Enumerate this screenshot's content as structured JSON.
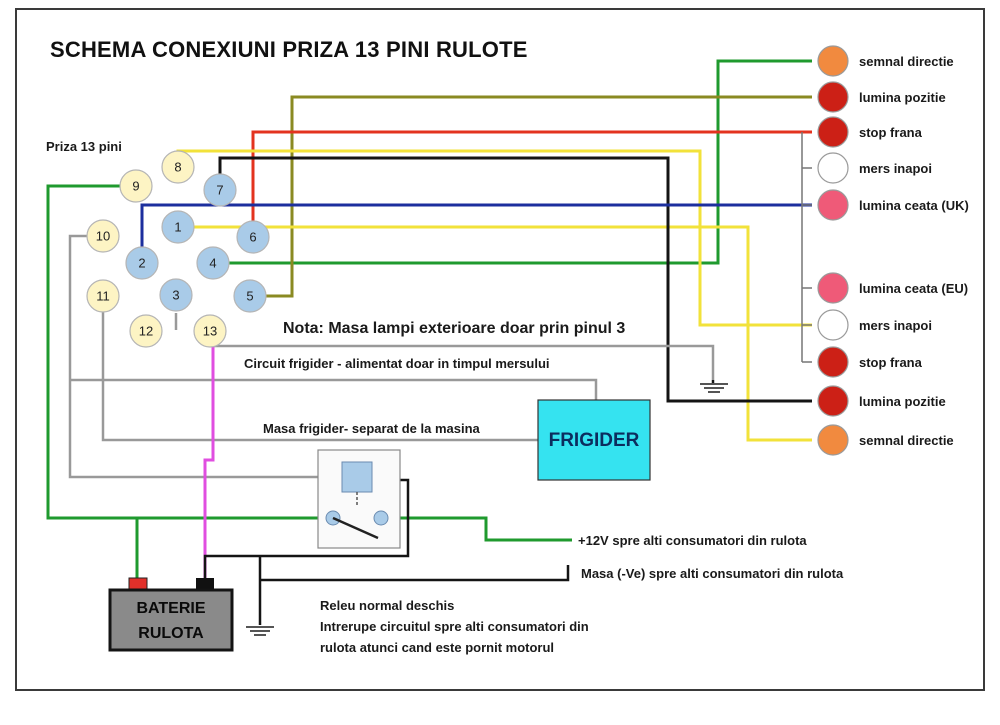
{
  "title": "SCHEMA CONEXIUNI PRIZA 13 PINI RULOTE",
  "socket_label": "Priza 13 pini",
  "pins": [
    {
      "n": "1",
      "fill": "#a9cbe8"
    },
    {
      "n": "2",
      "fill": "#a9cbe8"
    },
    {
      "n": "3",
      "fill": "#a9cbe8"
    },
    {
      "n": "4",
      "fill": "#a9cbe8"
    },
    {
      "n": "5",
      "fill": "#a9cbe8"
    },
    {
      "n": "6",
      "fill": "#a9cbe8"
    },
    {
      "n": "7",
      "fill": "#a9cbe8"
    },
    {
      "n": "8",
      "fill": "#fdf4c4"
    },
    {
      "n": "9",
      "fill": "#fdf4c4"
    },
    {
      "n": "10",
      "fill": "#fdf4c4"
    },
    {
      "n": "11",
      "fill": "#fdf4c4"
    },
    {
      "n": "12",
      "fill": "#fdf4c4"
    },
    {
      "n": "13",
      "fill": "#fdf4c4"
    }
  ],
  "lamps": [
    {
      "label": "semnal directie",
      "color": "#f18a3f"
    },
    {
      "label": "lumina pozitie",
      "color": "#cc2016"
    },
    {
      "label": "stop frana",
      "color": "#cc2016"
    },
    {
      "label": "mers inapoi",
      "color": "#ffffff"
    },
    {
      "label": "lumina ceata (UK)",
      "color": "#ef5a78"
    },
    {
      "label": "lumina ceata (EU)",
      "color": "#ef5a78"
    },
    {
      "label": "mers inapoi",
      "color": "#ffffff"
    },
    {
      "label": "stop frana",
      "color": "#cc2016"
    },
    {
      "label": "lumina pozitie",
      "color": "#cc2016"
    },
    {
      "label": "semnal directie",
      "color": "#f18a3f"
    }
  ],
  "wire_colors": {
    "green": "#1f9a2e",
    "olive": "#8a8a22",
    "red": "#e3331f",
    "yellow": "#f2e23a",
    "black": "#141414",
    "blue": "#1c2f9e",
    "grey": "#999999",
    "magenta": "#e04ee0"
  },
  "nota": "Nota: Masa lampi exterioare doar prin pinul 3",
  "fridge_circuit": "Circuit frigider - alimentat doar in timpul mersului",
  "fridge_ground": "Masa frigider- separat de la masina",
  "fridge_label": "FRIGIDER",
  "plus12v": "+12V spre alti consumatori din rulota",
  "masa_ve": "Masa (-Ve) spre alti consumatori din rulota",
  "relay_lines": [
    "Releu normal deschis",
    "Intrerupe circuitul spre alti consumatori din",
    "rulota atunci cand este pornit motorul"
  ],
  "battery_lines": [
    "BATERIE",
    "RULOTA"
  ]
}
